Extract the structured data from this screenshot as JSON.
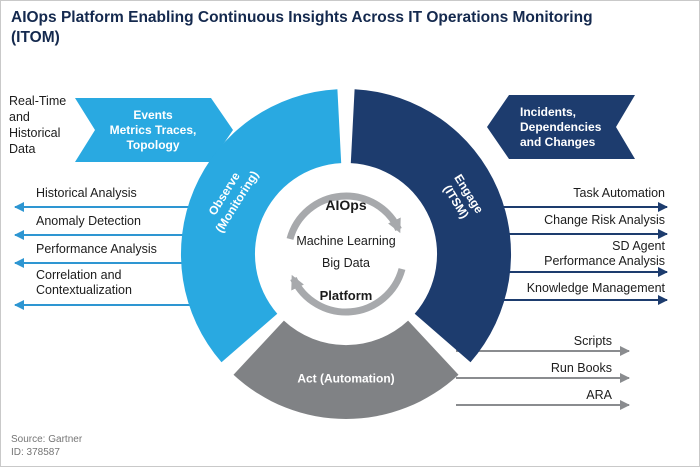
{
  "title": "AIOps Platform Enabling Continuous Insights Across IT Operations Monitoring (ITOM)",
  "colors": {
    "light_blue": "#29a9e1",
    "navy": "#1d3c6e",
    "gray": "#808285",
    "cycle_gray": "#a7a9ac"
  },
  "input_left": {
    "label": "Real-Time and Historical Data",
    "banner_lines": [
      "Events",
      "Metrics Traces,",
      "Topology"
    ]
  },
  "input_right": {
    "banner_lines": [
      "Incidents,",
      "Dependencies",
      "and Changes"
    ]
  },
  "ring": {
    "segments": [
      {
        "label": "Observe (Monitoring)"
      },
      {
        "label": "Engage (ITSM)"
      },
      {
        "label": "Act (Automation)"
      }
    ],
    "center": {
      "line1": "AIOps",
      "line2": "Machine Learning",
      "line3": "Big Data",
      "line4": "Platform"
    }
  },
  "outputs_left": {
    "items": [
      {
        "label": "Historical Analysis"
      },
      {
        "label": "Anomaly Detection"
      },
      {
        "label": "Performance Analysis"
      },
      {
        "label": "Correlation and",
        "label2": "Contextualization"
      }
    ]
  },
  "outputs_right": {
    "items": [
      {
        "label": "Task Automation"
      },
      {
        "label": "Change Risk Analysis"
      },
      {
        "label": "SD Agent",
        "label2": "Performance Analysis"
      },
      {
        "label": "Knowledge Management"
      }
    ]
  },
  "outputs_bottom": {
    "items": [
      {
        "label": "Scripts"
      },
      {
        "label": "Run Books"
      },
      {
        "label": "ARA"
      }
    ]
  },
  "source": {
    "line1": "Source: Gartner",
    "line2": "ID: 378587"
  }
}
